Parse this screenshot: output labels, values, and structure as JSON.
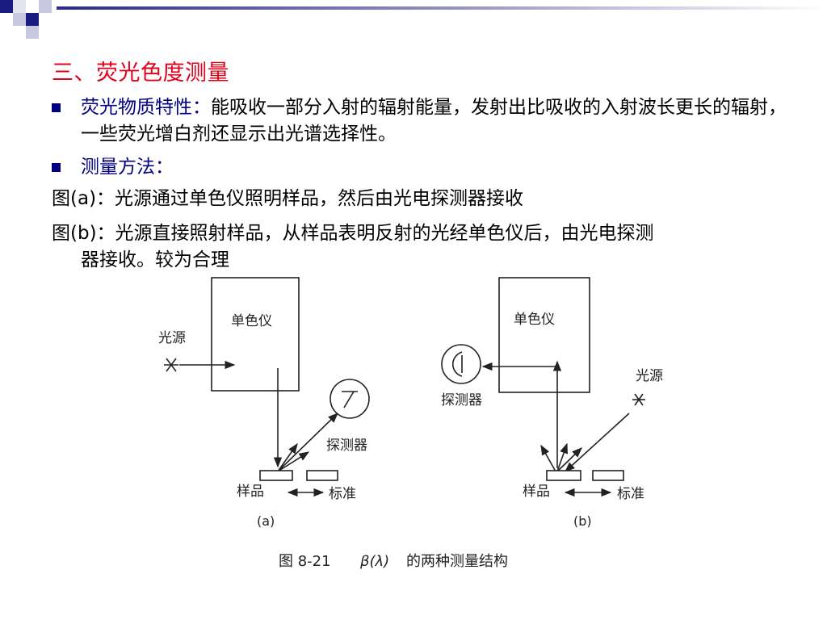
{
  "slide": {
    "title": "三、荧光色度测量",
    "bullets": [
      {
        "term": "荧光物质特性：",
        "text": "能吸收一部分入射的辐射能量，发射出比吸收的入射波长更长的辐射，一些荧光增白剂还显示出光谱选择性。"
      },
      {
        "term": "测量方法：",
        "text": ""
      }
    ],
    "paragraphs": [
      {
        "prefix": "图(a)：",
        "text": "光源通过单色仪照明样品，然后由光电探测器接收"
      },
      {
        "prefix": "图(b)：",
        "text_line1": "光源直接照射样品，从样品表明反射的光经单色仪后，由光电探测",
        "text_line2": "器接收。较为合理"
      }
    ]
  },
  "figure": {
    "a": {
      "monochromator": "单色仪",
      "light_source": "光源",
      "detector": "探测器",
      "sample": "样品",
      "standard": "标准",
      "label": "(a)"
    },
    "b": {
      "monochromator": "单色仪",
      "light_source": "光源",
      "detector": "探测器",
      "sample": "样品",
      "standard": "标准",
      "label": "(b)"
    },
    "caption_prefix": "图 8-21",
    "caption_formula": "β(λ)",
    "caption_suffix": "的两种测量结构"
  },
  "colors": {
    "title": "#e3001b",
    "term": "#000080",
    "bullet": "#000080",
    "decor_dark": "#1a1a80",
    "decor_light": "#b8b8d8"
  }
}
